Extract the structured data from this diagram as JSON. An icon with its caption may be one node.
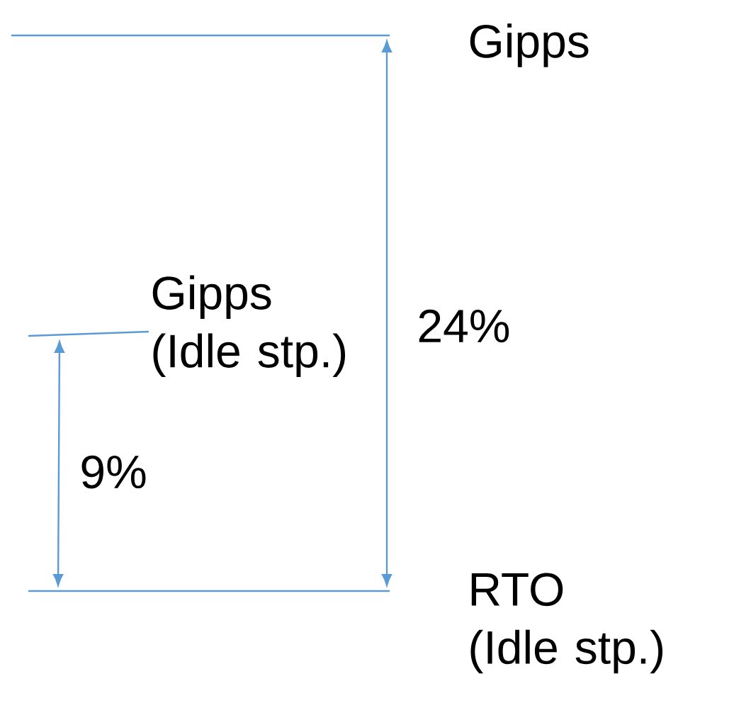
{
  "diagram": {
    "labels": [
      "Gipps",
      "Gipps (Idle stp.)",
      "24%",
      "9%",
      "RTO (Idle stp.)"
    ]
  }
}
